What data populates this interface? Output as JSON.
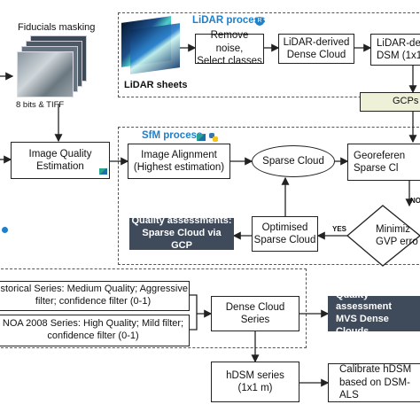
{
  "fiducials": {
    "title": "Fiducials masking",
    "caption": "8 bits & TIFF"
  },
  "lidar_process": {
    "title": "LiDAR process",
    "sheets_label": "LiDAR sheets",
    "remove_noise": "Remove noise,\nSelect classes",
    "dense_cloud": "LiDAR-derived\nDense Cloud",
    "dsm": "LiDAR-der\nDSM (1x1"
  },
  "gcps": "GCPs",
  "sfm_process": {
    "title": "SfM process",
    "image_quality": "Image Quality\nEstimation",
    "image_alignment": "Image Alignment\n(Highest estimation)",
    "sparse_cloud": "Sparse Cloud",
    "georef": "Georeferen\nSparse Cl",
    "no_label": "NO",
    "yes_label": "YES",
    "minimize": "Minimiz\nGVP erro",
    "optimised": "Optimised\nSparse Cloud",
    "quality_sparse": "Quality assessments:\nSparse Cloud via GCP"
  },
  "series": {
    "historical": "istorical Series: Medium Quality; Aggressive\nfilter; confidence filter (0-1)",
    "noa2008": "NOA 2008 Series: High Quality; Mild filter;\nconfidence filter (0-1)",
    "dense_series": "Dense Cloud\nSeries",
    "quality_mvs": "Quality assessment\nMVS Dense Clouds",
    "hdsm": "hDSM series\n(1x1 m)",
    "calibrate": "Calibrate hDSM\nbased on DSM-ALS"
  },
  "colors": {
    "accent_blue": "#1f7fc9",
    "dark_box": "#3f4b5b",
    "gcp_box": "#eef0d8",
    "line": "#222222"
  }
}
